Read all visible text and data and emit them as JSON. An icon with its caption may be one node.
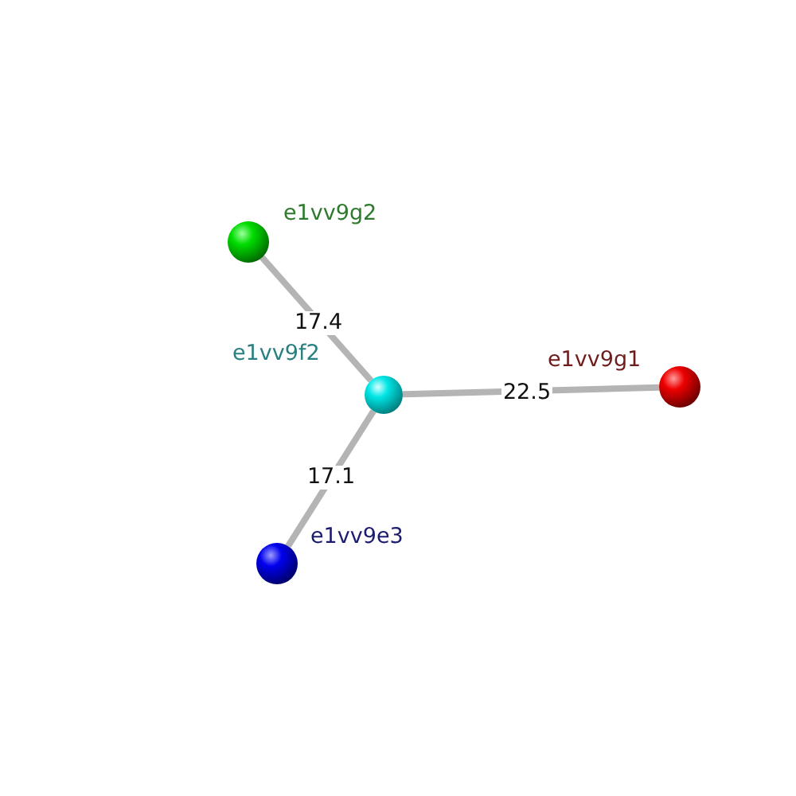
{
  "diagram": {
    "nodes": [
      {
        "text": [],
        "shape": "circle",
        "beside": [
          "e1vv9g2"
        ]
      },
      {
        "text": [],
        "shape": "circle",
        "beside": [
          "e1vv9f2"
        ]
      },
      {
        "text": [],
        "shape": "circle",
        "beside": [
          "e1vv9g1"
        ]
      },
      {
        "text": [],
        "shape": "circle",
        "beside": [
          "e1vv9e3"
        ]
      }
    ],
    "edges": [
      {
        "from": 1,
        "to": 0,
        "arrow": "none",
        "label": "17.4"
      },
      {
        "from": 1,
        "to": 2,
        "arrow": "none",
        "label": "22.5"
      },
      {
        "from": 1,
        "to": 3,
        "arrow": "none",
        "label": "17.1"
      }
    ]
  }
}
